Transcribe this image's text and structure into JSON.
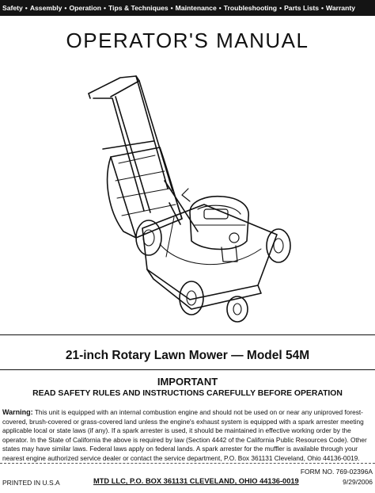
{
  "header": {
    "nav": [
      "Safety",
      "Assembly",
      "Operation",
      "Tips & Techniques",
      "Maintenance",
      "Troubleshooting",
      "Parts Lists",
      "Warranty"
    ],
    "separator": "•"
  },
  "title": "OPERATOR'S MANUAL",
  "illustration": {
    "icon": "lawn-mower-illustration"
  },
  "product": {
    "model_line": "21-inch Rotary Lawn Mower — Model 54M"
  },
  "notice": {
    "important": "IMPORTANT",
    "read_safety": "READ SAFETY RULES AND INSTRUCTIONS CAREFULLY BEFORE OPERATION",
    "warning_label": "Warning:",
    "warning_text": "This unit is equipped with an internal combustion engine and should not be used on or near any uniproved forest-covered, brush-covered or grass-covered land unless the engine's exhaust system is equipped with a spark arrester meeting applicable local or state laws (if any). If a spark arrester is used, it should be maintained in effective working order by the operator. In the State of California the above is required by law (Section 4442 of the California Public Resources Code). Other states may have similar laws. Federal laws apply on federal lands. A spark arrester for the muffler is available through your nearest engine authorized service dealer or contact the service department, P.O. Box 361131 Cleveland, Ohio 44136-0019."
  },
  "footer": {
    "printed": "PRINTED IN U.S.A",
    "address": "MTD LLC, P.O. BOX 361131 CLEVELAND, OHIO 44136-0019",
    "form_no": "FORM NO. 769-02396A",
    "date": "9/29/2006"
  }
}
